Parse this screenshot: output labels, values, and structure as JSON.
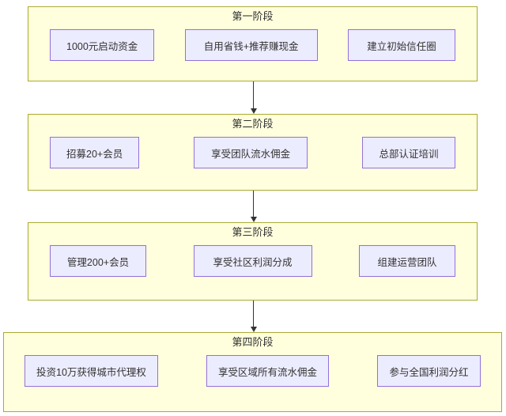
{
  "diagram_type": "staged-flowchart",
  "stages": [
    {
      "title": "第一阶段",
      "nodes": [
        "1000元启动资金",
        "自用省钱+推荐赚现金",
        "建立初始信任圈"
      ]
    },
    {
      "title": "第二阶段",
      "nodes": [
        "招募20+会员",
        "享受团队流水佣金",
        "总部认证培训"
      ]
    },
    {
      "title": "第三阶段",
      "nodes": [
        "管理200+会员",
        "享受社区利润分成",
        "组建运营团队"
      ]
    },
    {
      "title": "第四阶段",
      "nodes": [
        "投资10万获得城市代理权",
        "享受区域所有流水佣金",
        "参与全国利润分红"
      ]
    }
  ],
  "connectors": [
    {
      "from": "第一阶段",
      "to": "第二阶段",
      "style": "arrow-down"
    },
    {
      "from": "第二阶段",
      "to": "第三阶段",
      "style": "arrow-down"
    },
    {
      "from": "第三阶段",
      "to": "第四阶段",
      "style": "arrow-down"
    }
  ],
  "colors": {
    "stage_fill": "#ffffde",
    "stage_border": "#aaaa33",
    "node_fill": "#ececff",
    "node_border": "#9370db",
    "text": "#333333",
    "arrow": "#333333",
    "background": "#ffffff"
  }
}
